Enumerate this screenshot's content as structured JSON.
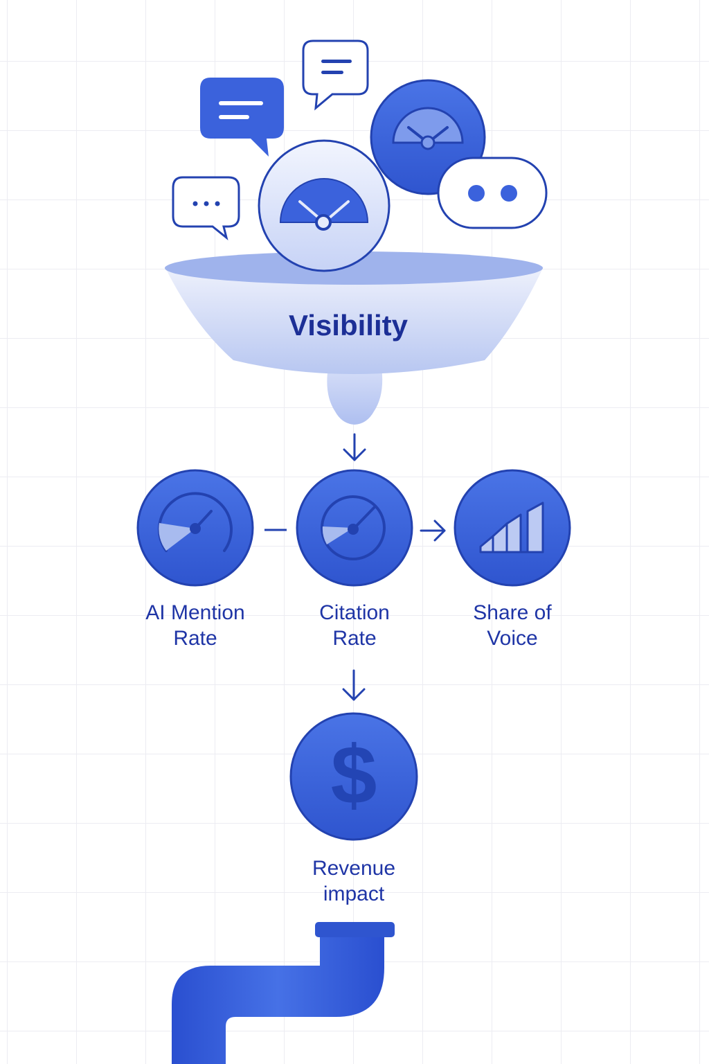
{
  "funnel": {
    "title": "Visibility"
  },
  "metrics": [
    {
      "label": "AI Mention\nRate",
      "icon": "gauge-icon"
    },
    {
      "label": "Citation\nRate",
      "icon": "gauge-icon"
    },
    {
      "label": "Share of\nVoice",
      "icon": "bar-chart-icon"
    }
  ],
  "outcome": {
    "label": "Revenue\nimpact",
    "icon": "dollar-icon"
  },
  "decorations": {
    "icons": [
      "chat-bubble-icon",
      "chat-bubble-outline-icon",
      "ellipsis-bubble-icon",
      "gauge-icon",
      "dots-bubble-icon",
      "pipe-icon"
    ]
  },
  "colors": {
    "primary": "#3a62d9",
    "primary_dark": "#2342b0",
    "text": "#1f35a6",
    "funnel_light": "#e6ebfb",
    "funnel_mid": "#aabcee"
  }
}
